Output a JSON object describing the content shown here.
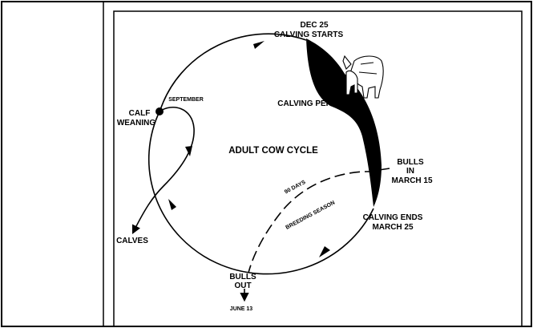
{
  "diagram": {
    "title": "ADULT COW CYCLE",
    "labels": {
      "dec25": "DEC 25",
      "calving_starts": "CALVING STARTS",
      "calving_period": "CALVING PERIOD",
      "september": "SEPTEMBER",
      "calf": "CALF",
      "weaning": "WEANING",
      "bulls_in_1": "BULLS",
      "bulls_in_2": "IN",
      "bulls_in_3": "MARCH 15",
      "days_90": "90 DAYS",
      "breeding_season": "BREEDING SEASON",
      "calving_ends_1": "CALVING ENDS",
      "calving_ends_2": "MARCH 25",
      "calves": "CALVES",
      "bulls_out_1": "BULLS",
      "bulls_out_2": "OUT",
      "june13": "JUNE 13"
    },
    "icons": [
      "cow-and-calf-illustration"
    ]
  }
}
